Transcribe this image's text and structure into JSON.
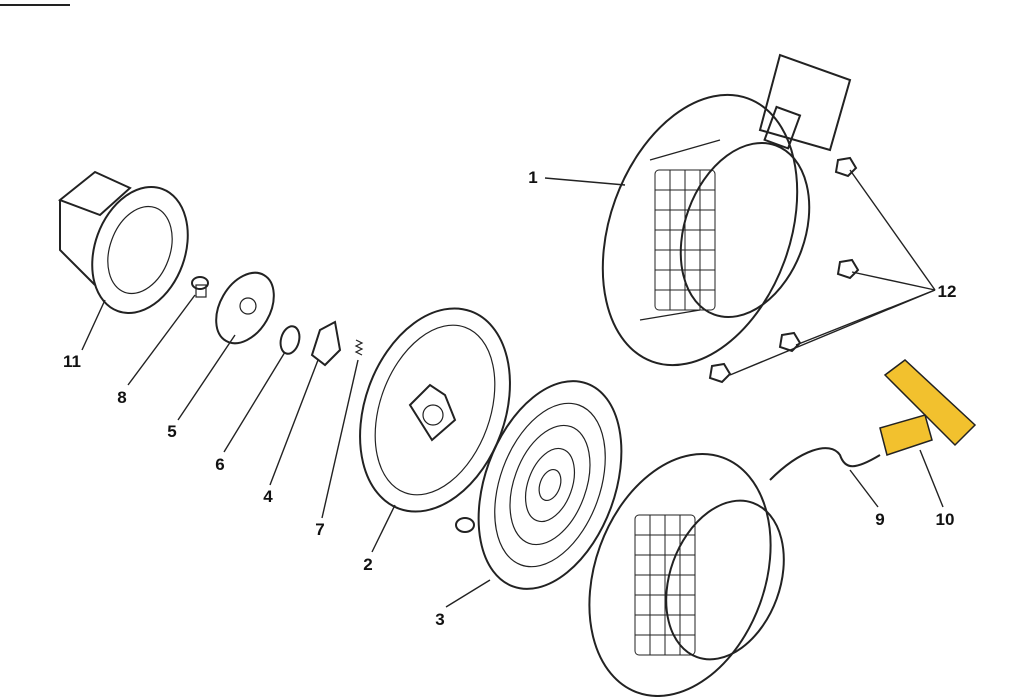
{
  "diagram": {
    "labels": {
      "p1": "1",
      "p2": "2",
      "p3": "3",
      "p4": "4",
      "p5": "5",
      "p6": "6",
      "p7": "7",
      "p8": "8",
      "p9": "9",
      "p10": "10",
      "p11": "11",
      "p12": "12"
    },
    "highlight_color": "#f2c12e"
  }
}
